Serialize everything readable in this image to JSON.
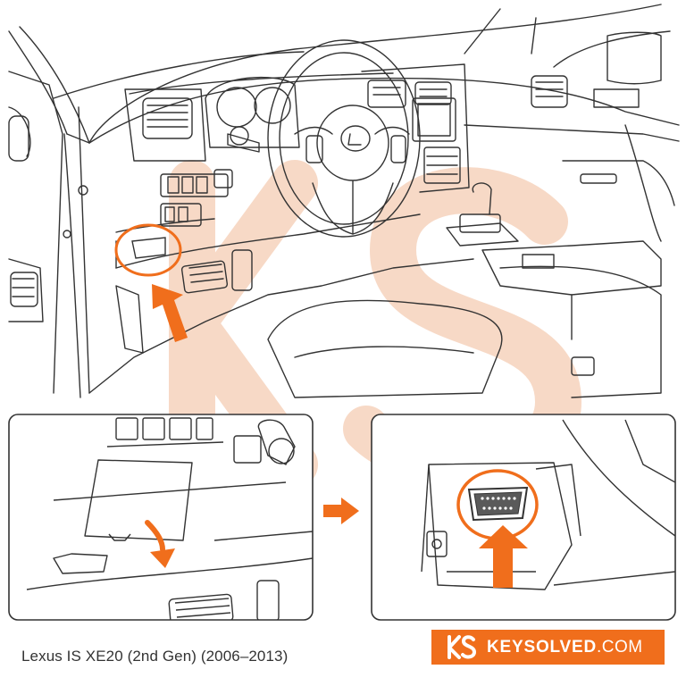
{
  "caption": "Lexus IS XE20 (2nd Gen) (2006–2013)",
  "brand": {
    "name": "KEYSOLVED",
    "tld": ".COM"
  },
  "colors": {
    "accent": "#f06e1c",
    "line": "#333333",
    "watermark": "#f6d2bc"
  },
  "icons": [
    "lexus-logo-icon",
    "obd-port-icon",
    "keysolved-logo-icon"
  ]
}
